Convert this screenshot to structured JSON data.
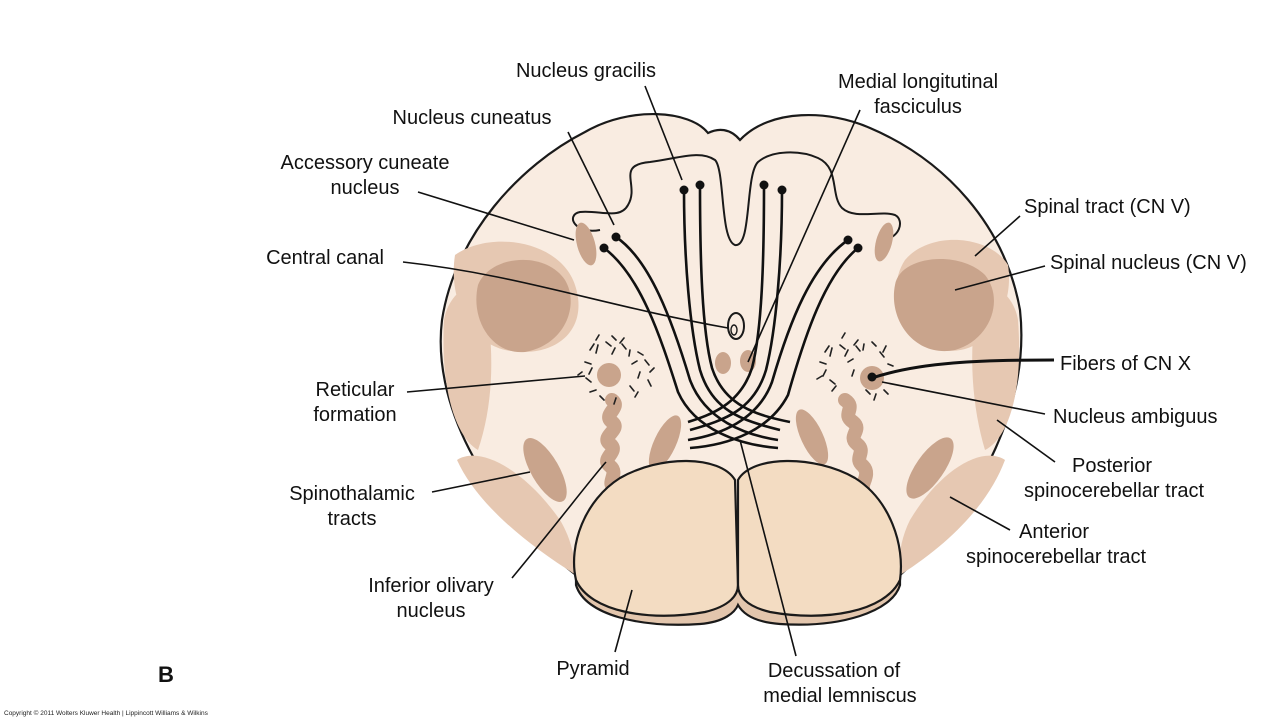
{
  "figure": {
    "panel_letter": "B",
    "copyright": "Copyright © 2011 Wolters Kluwer Health | Lippincott Williams & Wilkins"
  },
  "labels": {
    "nucleus_gracilis": "Nucleus gracilis",
    "nucleus_cuneatus": "Nucleus cuneatus",
    "accessory_cuneate_1": "Accessory cuneate",
    "accessory_cuneate_2": "nucleus",
    "central_canal": "Central canal",
    "reticular_formation_1": "Reticular",
    "reticular_formation_2": "formation",
    "spinothalamic_1": "Spinothalamic",
    "spinothalamic_2": "tracts",
    "inferior_olivary_1": "Inferior olivary",
    "inferior_olivary_2": "nucleus",
    "pyramid": "Pyramid",
    "decussation_1": "Decussation of",
    "decussation_2": "medial lemniscus",
    "mlf_1": "Medial longitutinal",
    "mlf_2": "fasciculus",
    "spinal_tract_cnv": "Spinal tract (CN V)",
    "spinal_nucleus_cnv": "Spinal nucleus (CN V)",
    "fibers_cnx": "Fibers of CN X",
    "nucleus_ambiguus": "Nucleus ambiguus",
    "posterior_scb_1": "Posterior",
    "posterior_scb_2": "spinocerebellar tract",
    "anterior_scb_1": "Anterior",
    "anterior_scb_2": "spinocerebellar tract"
  },
  "colors": {
    "tissue": "#f9ece1",
    "nucleus_tan": "#c9a48c",
    "tract_light": "#e6c8b2",
    "pyramid": "#f3dcc2",
    "outline": "#1a1a1a"
  }
}
